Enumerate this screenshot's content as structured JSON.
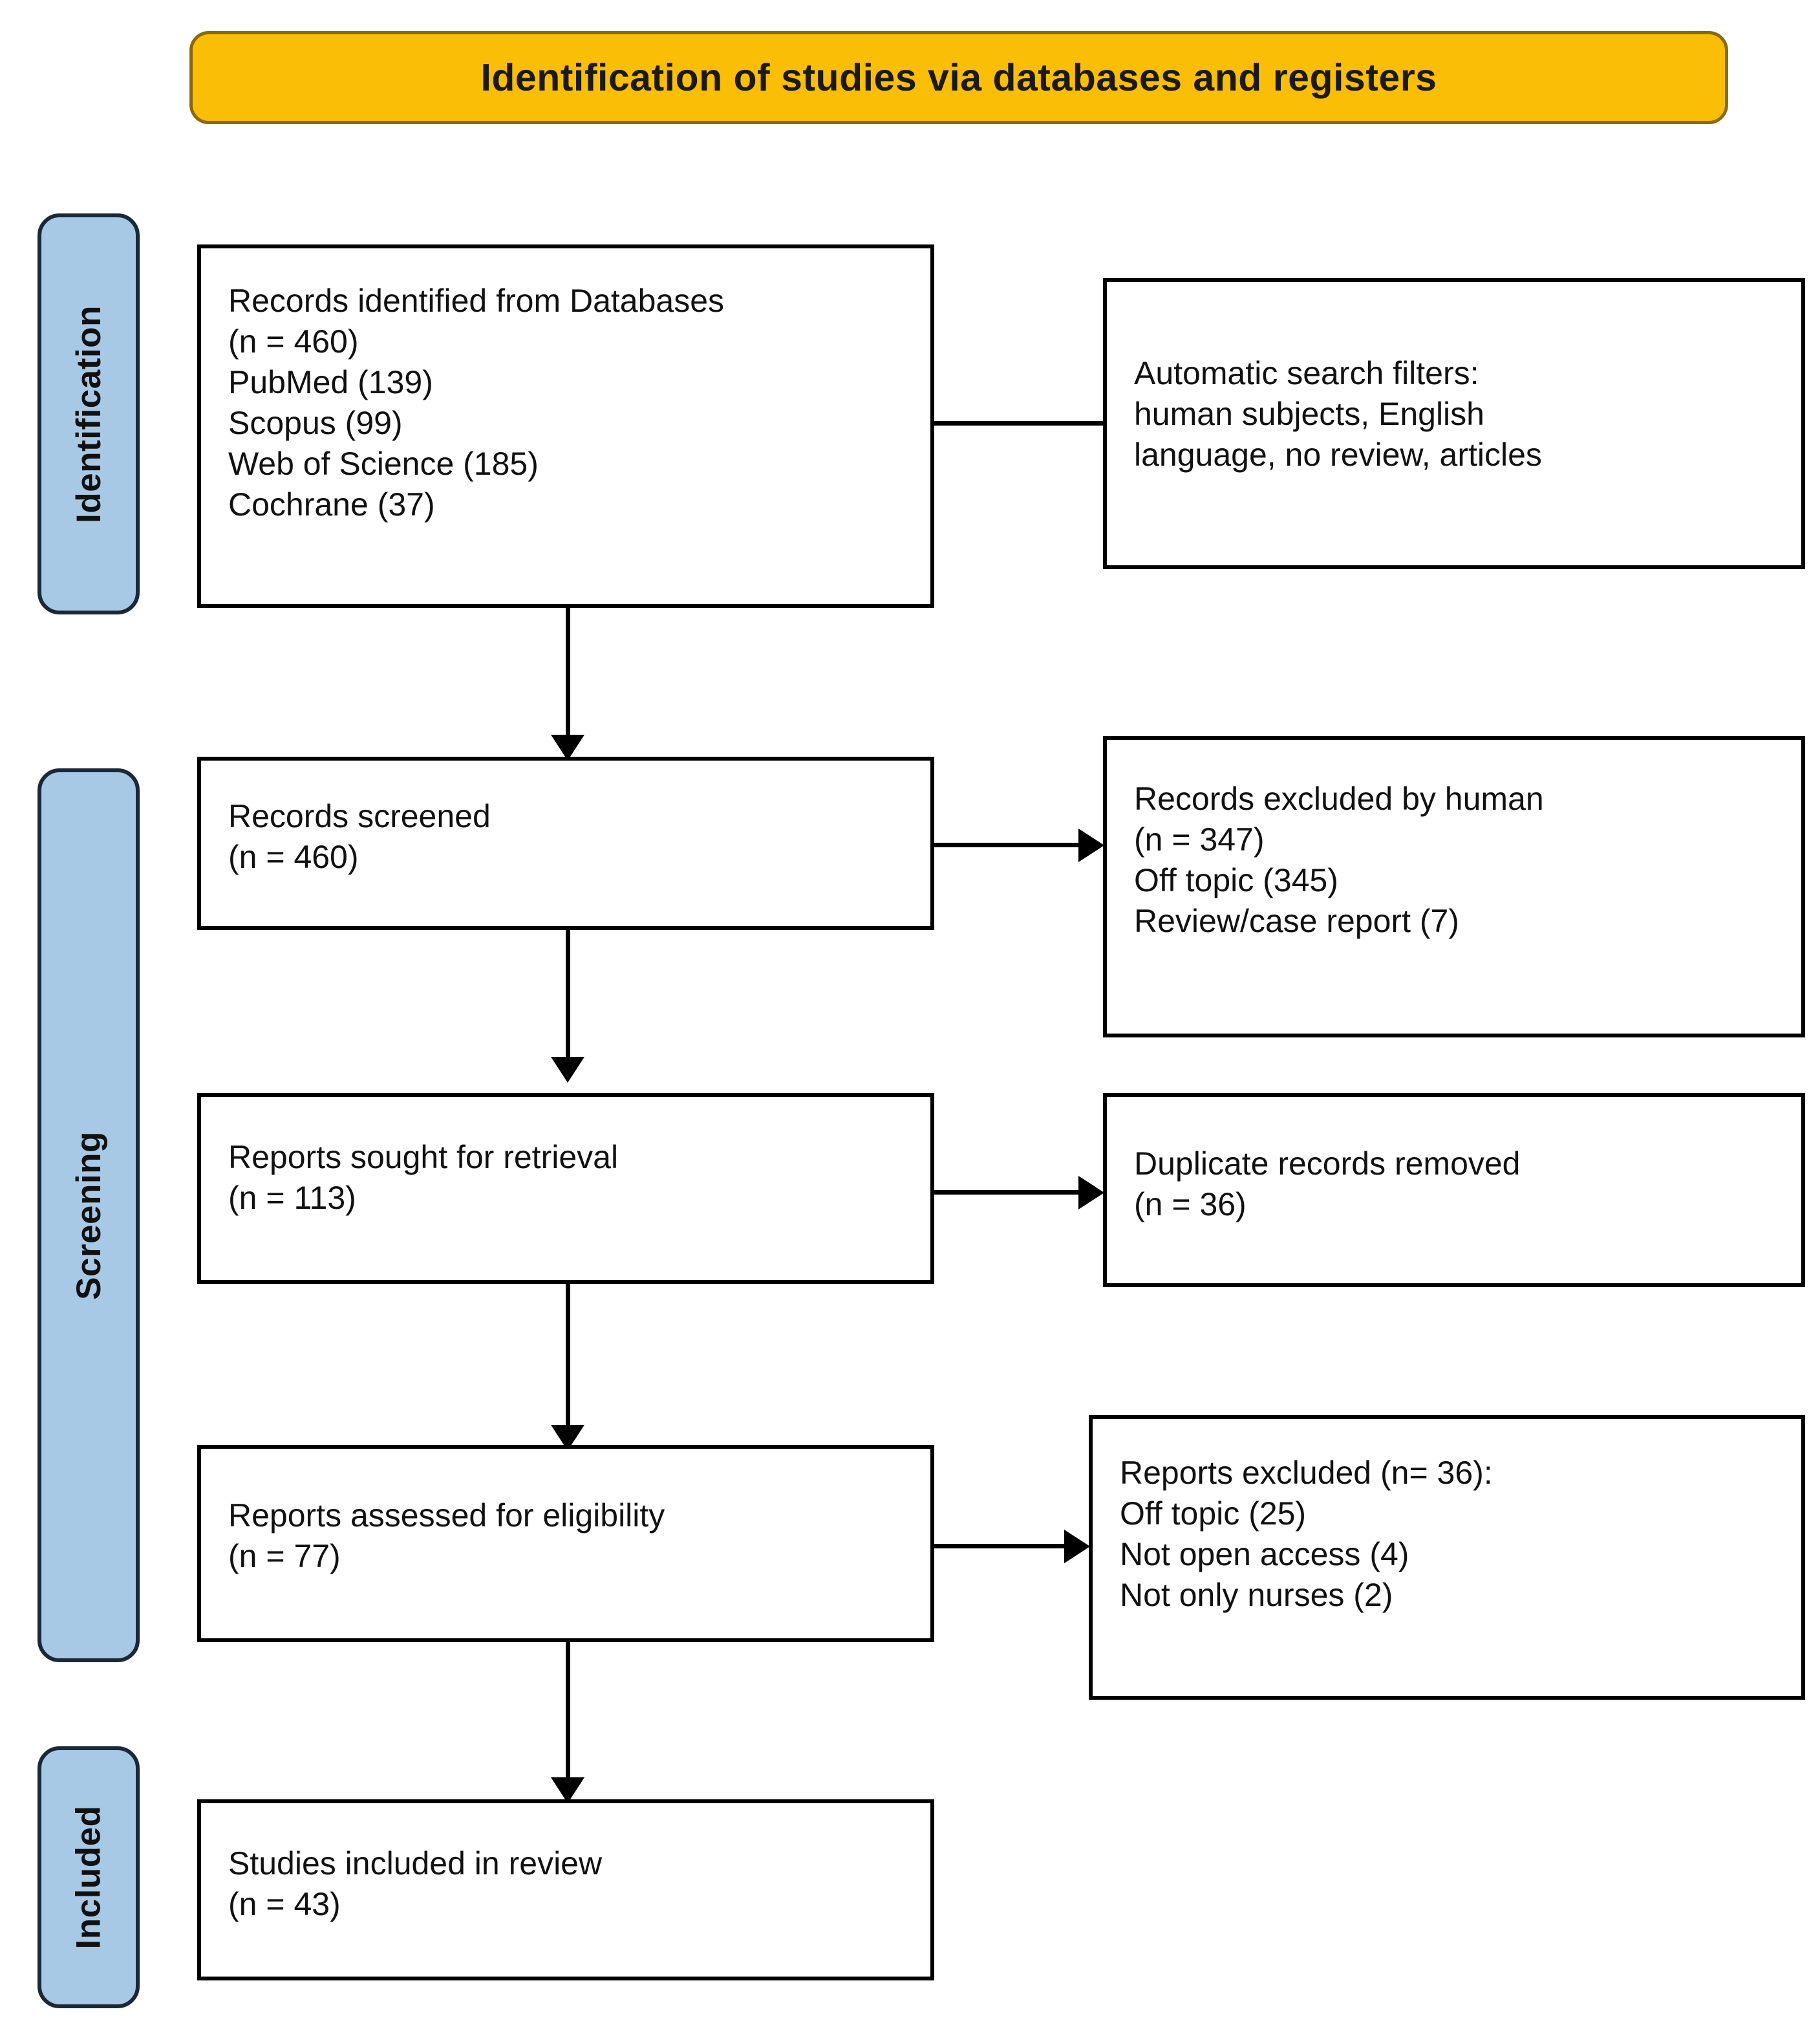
{
  "banner": {
    "title": "Identification of studies via databases and registers"
  },
  "stages": [
    {
      "id": "identification",
      "label": "Identification"
    },
    {
      "id": "screening",
      "label": "Screening"
    },
    {
      "id": "included",
      "label": "Included"
    }
  ],
  "colors": {
    "banner_fill": "#FBBE06",
    "banner_border": "#8A6A08",
    "stage_fill": "#A8C9E6",
    "stage_border": "#1b2838",
    "box_border": "#000000",
    "box_fill": "#ffffff",
    "text": "#111111"
  },
  "boxes": {
    "records_identified": {
      "lines": [
        "Records identified from Databases",
        "(n = 460)",
        "PubMed (139)",
        "Scopus (99)",
        "Web of Science (185)",
        "Cochrane (37)"
      ]
    },
    "search_filters": {
      "lines": [
        "Automatic search filters:",
        "human subjects, English",
        "language, no review, articles"
      ]
    },
    "records_screened": {
      "lines": [
        "Records screened",
        "(n = 460)"
      ]
    },
    "records_excluded": {
      "lines": [
        "Records excluded by human",
        "(n = 347)",
        "Off topic (345)",
        "Review/case report (7)"
      ]
    },
    "reports_sought": {
      "lines": [
        "Reports sought for retrieval",
        "(n = 113)"
      ]
    },
    "duplicates_removed": {
      "lines": [
        "Duplicate records removed",
        "(n = 36)"
      ]
    },
    "reports_assessed": {
      "lines": [
        "Reports assessed for eligibility",
        "(n = 77)"
      ]
    },
    "reports_excluded": {
      "lines": [
        "Reports excluded (n= 36):",
        "Off topic (25)",
        "Not open access (4)",
        "Not only nurses (2)"
      ]
    },
    "studies_included": {
      "lines": [
        "Studies included in review",
        "(n = 43)"
      ]
    }
  },
  "chart_data": {
    "type": "diagram",
    "title": "Identification of studies via databases and registers",
    "diagram_kind": "PRISMA flow diagram",
    "nodes": [
      {
        "id": "records_identified",
        "stage": "Identification",
        "label": "Records identified from Databases",
        "n": 460,
        "breakdown": {
          "PubMed": 139,
          "Scopus": 99,
          "Web of Science": 185,
          "Cochrane": 37
        }
      },
      {
        "id": "search_filters",
        "stage": "Identification",
        "label": "Automatic search filters: human subjects, English language, no review, articles",
        "n": null
      },
      {
        "id": "records_screened",
        "stage": "Screening",
        "label": "Records screened",
        "n": 460
      },
      {
        "id": "records_excluded",
        "stage": "Screening",
        "label": "Records excluded by human",
        "n": 347,
        "breakdown": {
          "Off topic": 345,
          "Review/case report": 7
        }
      },
      {
        "id": "reports_sought",
        "stage": "Screening",
        "label": "Reports sought for retrieval",
        "n": 113
      },
      {
        "id": "duplicates_removed",
        "stage": "Screening",
        "label": "Duplicate records removed",
        "n": 36
      },
      {
        "id": "reports_assessed",
        "stage": "Screening",
        "label": "Reports assessed for eligibility",
        "n": 77
      },
      {
        "id": "reports_excluded",
        "stage": "Screening",
        "label": "Reports excluded",
        "n": 36,
        "breakdown": {
          "Off topic": 25,
          "Not open access": 4,
          "Not only nurses": 2
        }
      },
      {
        "id": "studies_included",
        "stage": "Included",
        "label": "Studies included in review",
        "n": 43
      }
    ],
    "edges": [
      {
        "from": "records_identified",
        "to": "search_filters",
        "kind": "side",
        "arrow": false
      },
      {
        "from": "records_identified",
        "to": "records_screened",
        "kind": "main",
        "arrow": true
      },
      {
        "from": "records_screened",
        "to": "records_excluded",
        "kind": "side",
        "arrow": true
      },
      {
        "from": "records_screened",
        "to": "reports_sought",
        "kind": "main",
        "arrow": true
      },
      {
        "from": "reports_sought",
        "to": "duplicates_removed",
        "kind": "side",
        "arrow": true
      },
      {
        "from": "reports_sought",
        "to": "reports_assessed",
        "kind": "main",
        "arrow": true
      },
      {
        "from": "reports_assessed",
        "to": "reports_excluded",
        "kind": "side",
        "arrow": true
      },
      {
        "from": "reports_assessed",
        "to": "studies_included",
        "kind": "main",
        "arrow": true
      }
    ]
  }
}
